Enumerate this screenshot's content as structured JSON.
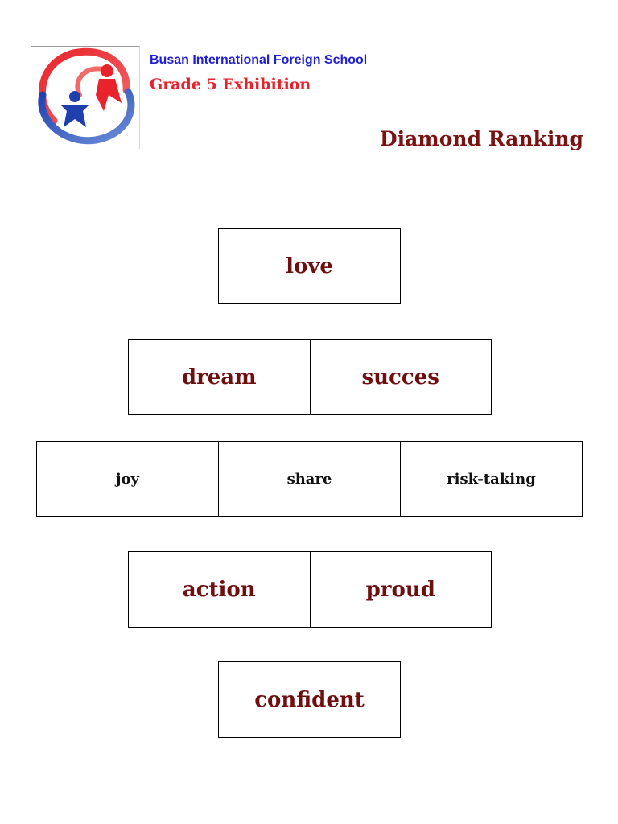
{
  "header": {
    "logo_icon": "school-logo-icon",
    "school_name": "Busan International Foreign School",
    "exhibition": "Grade 5 Exhibition",
    "title": "Diamond Ranking"
  },
  "colors": {
    "school_name": "#1f1fd6",
    "exhibition": "#e8212b",
    "title": "#7a1212",
    "word": "#6e0e0e"
  },
  "diamond": {
    "rows": [
      {
        "words": [
          "love"
        ]
      },
      {
        "words": [
          "dream",
          "succes"
        ]
      },
      {
        "words": [
          "joy",
          "share",
          "risk-taking"
        ]
      },
      {
        "words": [
          "action",
          "proud"
        ]
      },
      {
        "words": [
          "confident"
        ]
      }
    ]
  }
}
